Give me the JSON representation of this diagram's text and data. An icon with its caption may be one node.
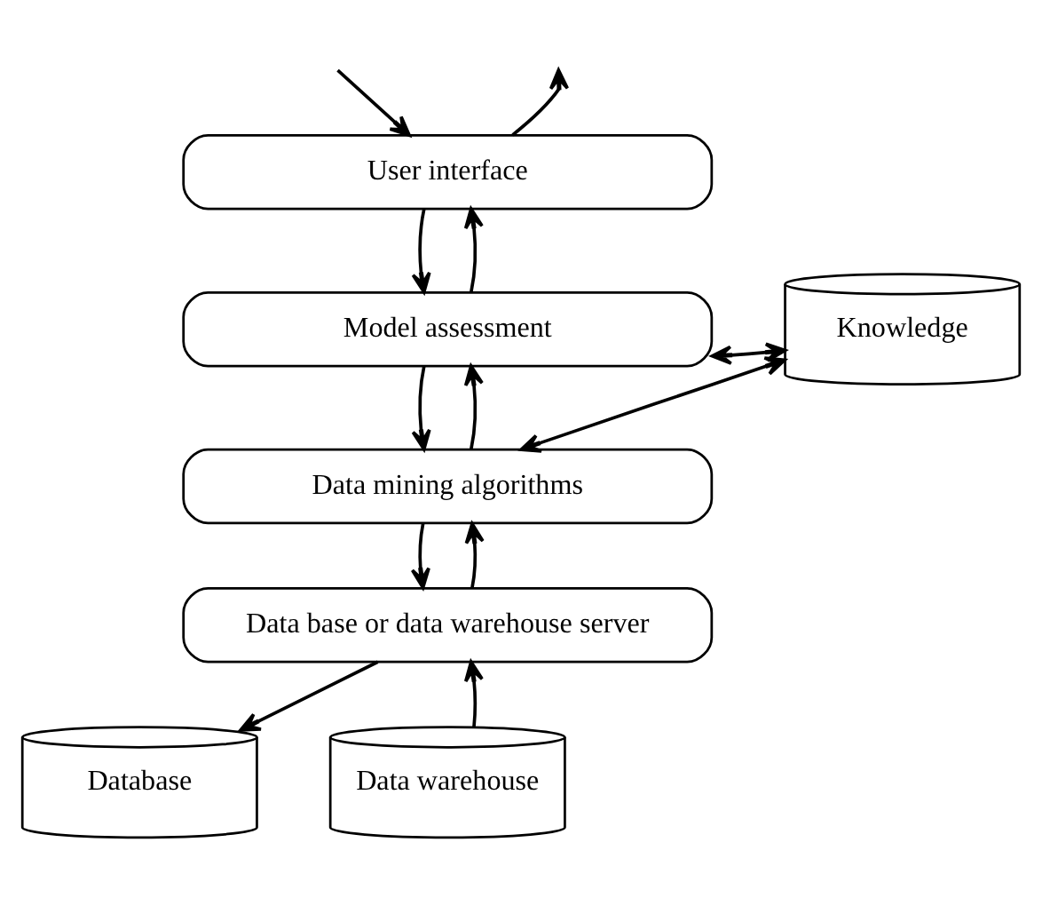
{
  "diagram": {
    "nodes": [
      {
        "text": [
          "User interface"
        ]
      },
      {
        "text": [
          "Model assessment"
        ]
      },
      {
        "text": [
          "Data mining algorithms"
        ]
      },
      {
        "text": [
          "Data base or data warehouse server"
        ]
      },
      {
        "text": [
          "Knowledge"
        ]
      },
      {
        "text": [
          "Database"
        ]
      },
      {
        "text": [
          "Data warehouse"
        ]
      }
    ],
    "edges": [
      {
        "from": null,
        "to": 0,
        "arrow": "to"
      },
      {
        "from": 0,
        "to": null,
        "arrow": "to"
      },
      {
        "from": 0,
        "to": 1,
        "arrow": "to"
      },
      {
        "from": 1,
        "to": 0,
        "arrow": "to"
      },
      {
        "from": 1,
        "to": 2,
        "arrow": "to"
      },
      {
        "from": 2,
        "to": 1,
        "arrow": "to"
      },
      {
        "from": 2,
        "to": 3,
        "arrow": "to"
      },
      {
        "from": 3,
        "to": 2,
        "arrow": "to"
      },
      {
        "from": 4,
        "to": 1,
        "arrow": "both"
      },
      {
        "from": 4,
        "to": 2,
        "arrow": "both"
      },
      {
        "from": 3,
        "to": 5,
        "arrow": "to"
      },
      {
        "from": 6,
        "to": 3,
        "arrow": "to"
      }
    ]
  }
}
